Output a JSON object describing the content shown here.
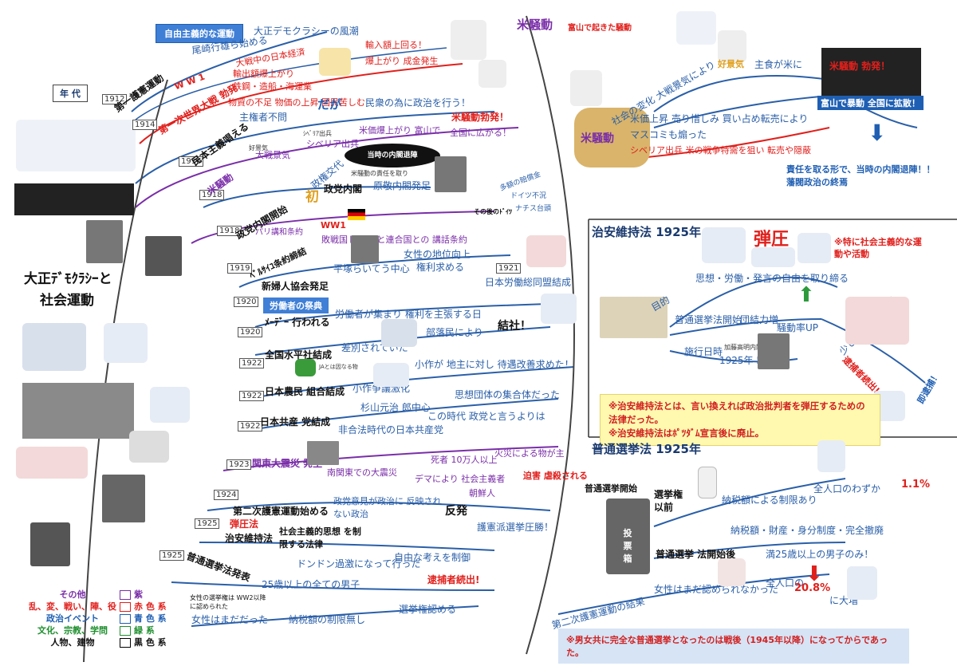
{
  "left_title": {
    "line1": "大正ﾃﾞﾓｸﾗｼｰと",
    "line2": "社会運動"
  },
  "nendai": "年 代",
  "years": [
    "1912",
    "1914",
    "1916",
    "1918",
    "1918",
    "1919",
    "1920",
    "1920",
    "1922",
    "1922",
    "1922",
    "1923",
    "1924",
    "1925",
    "1925",
    "1921"
  ],
  "branches": {
    "b1912": {
      "main": "第一護憲運動",
      "tag": "自由主義的な運動",
      "t1": "尾崎行雄ら始める",
      "t2": "大正デモクラシーの風潮"
    },
    "b1914": {
      "main": "第一次世界大戦 勃発",
      "ww": "W W 1",
      "t1": "大戦中の日本経済",
      "t2": "輸出額爆上がり",
      "t3": "輸入額上回る！",
      "t4": "爆上がり 成金発生",
      "t5": "鉄鋼・造船・海運業",
      "t6": "物資の不足 物価の上昇 国民苦しむ"
    },
    "b1916": {
      "main": "民本主義唱える",
      "t1": "主権者不問",
      "t2": "だが",
      "t3": "民衆の為に政治を行う！"
    },
    "b1918r": {
      "main": "米騒動",
      "t1": "大戦景気",
      "t2": "シベリア出兵",
      "t3": "米価爆上がり 富山で",
      "t4": "米騒動勃発！",
      "t5": "全国に広がる！",
      "kouki": "好景気",
      "siberia": "ｼﾍﾞﾘｱ出兵"
    },
    "b1918s": {
      "main": "政党内閣開始",
      "t1": "政権交代",
      "t2": "初",
      "t3": "政党内閣",
      "t4": "原敬内閣発足",
      "bubble": "当時の内閣退陣",
      "sub": "米騒動の責任を取り"
    },
    "b1919": {
      "main": "ﾍﾞﾙｻｲﾕ条約締結",
      "t1": "パリ講和条約",
      "t2": "WW1",
      "t3": "敗戦国ドイツ と連合国との 講話条約",
      "t4": "多額の賠償金",
      "t5": "ドイツ不況",
      "t6": "ナチス台頭",
      "t7": "その後のﾄﾞｲﾂ"
    },
    "b1920a": {
      "main": "新婦人協会発足",
      "t1": "平塚らいてう中心",
      "t2": "女性の地位向上",
      "t3": "権利求める",
      "t4": "日本労働総同盟結成"
    },
    "b1920b": {
      "main": "ﾒｰﾃﾞｰ 行われる",
      "tag": "労働者の祭典",
      "t1": "労働者が集まり 権利を主張する日"
    },
    "b1922a": {
      "main": "全国水平社結成",
      "t1": "差別されていた",
      "t2": "部落民により",
      "t3": "結社！"
    },
    "b1922b": {
      "main": "日本農民 組合結成",
      "t1": "小作争議激化",
      "t2": "杉山元治 郎中心",
      "t3": "小作が 地主に対し 待遇改善求めた！",
      "ja": "JAとは因なる物"
    },
    "b1922c": {
      "main": "日本共産 党結成",
      "t1": "非合法時代の日本共産党",
      "t2": "この時代 政党と言うよりは",
      "t3": "思想団体の集合体だった"
    },
    "b1923": {
      "main": "関東大震災 発生",
      "t1": "南関東での大震災",
      "t2": "死者 10万人以上",
      "t3": "火災による物が主",
      "t4": "デマにより 社会主義者",
      "t5": "朝鮮人",
      "t6": "迫害 虐殺される"
    },
    "b1924": {
      "main": "第二次護憲運動始める",
      "t1": "政党意見が政治に 反映されない政治",
      "t2": "反発",
      "t3": "護憲派選挙圧勝！"
    },
    "b1925a": {
      "main": "治安維持法",
      "tag": "弾圧法",
      "t1": "社会主義的思想 を制限する法律",
      "t2": "ドンドン過激になって行った",
      "t3": "自由な考えを制御",
      "t4": "逮捕者続出!"
    },
    "b1925b": {
      "main": "普通選挙法発表",
      "t1": "25歳以上の全ての男子",
      "t2": "女性はまだだった",
      "t3": "納税額の制限無し",
      "t4": "選挙権認める",
      "t5": "女性の選挙権は WW2以降に認められた"
    }
  },
  "rice": {
    "title": "米騒動",
    "subtitle": "富山で起きた騒動",
    "center": "米騒動",
    "t1": "社会の変化 大戦景気により",
    "t2": "好景気",
    "t3": "主食が米に",
    "t4": "米価上昇 売り惜しみ 買い占め転売により",
    "t5": "マスコミも煽った",
    "t6": "シベリア出兵 米の戦争特需を狙い 転売や隠蔽",
    "t7": "米騒動 勃発！",
    "t8": "富山で暴動 全国に拡散！",
    "result": "責任を取る形で、当時の内閣退陣！！藩閥政治の終焉"
  },
  "chian": {
    "title": "治安維持法 1925年",
    "danatsu": "弾圧",
    "note": "※特に社会主義的な運動や活動",
    "t1": "目的",
    "t2": "思想・労働・発言の自由を取り締る",
    "t3": "普通選挙法開始",
    "t4": "団結力増",
    "t5": "騒動率UP",
    "t6": "少しでも政治批判",
    "t7": "即逮捕！",
    "t8": "施行日時",
    "t9": "1925年 5月",
    "t10": "加藤高明内閣",
    "t11": "逮捕者続出!",
    "box1": "※治安維持法とは、言い換えれば政治批判者を弾圧するための法律だった。",
    "box2": "※治安維持法はﾎﾟﾂﾀﾞﾑ宣言後に廃止。"
  },
  "futsu": {
    "title": "普通選挙法 1925年",
    "start": "普通選挙開始",
    "t1": "選挙権 以前",
    "t2": "納税額による制限あり",
    "t3": "全人口のわずか",
    "pct1": "1.1%",
    "t4": "普通選挙 法開始後",
    "t5": "納税額・財産・身分制度・完全撤廃",
    "t6": "満25歳以上の男子のみ！",
    "t7": "全人口の",
    "pct2": "20.8%",
    "t8": "に大増",
    "t9": "女性はまだ認められなかった",
    "t10": "第二次護憲運動の結果",
    "box": "※男女共に完全な普通選挙となったのは戦後（1945年以降）になってからであった。",
    "ballot": "投 票 箱"
  },
  "legend": {
    "l1": "その他",
    "l2": "乱、変、戦い、陣、役",
    "l3": "政治イベント",
    "l4": "文化、宗教、学問",
    "l5": "人物、建物",
    "r1": "紫",
    "r2": "赤 色 系",
    "r3": "青 色 系",
    "r4": "緑 系",
    "r5": "黒 色 系"
  },
  "colors": {
    "blue": "#1f5fb3",
    "red": "#e0201c",
    "purple": "#7a2ea8",
    "green": "#1f8f2f",
    "yellow": "#fff9b0",
    "lightblue": "#d6e4f5"
  }
}
